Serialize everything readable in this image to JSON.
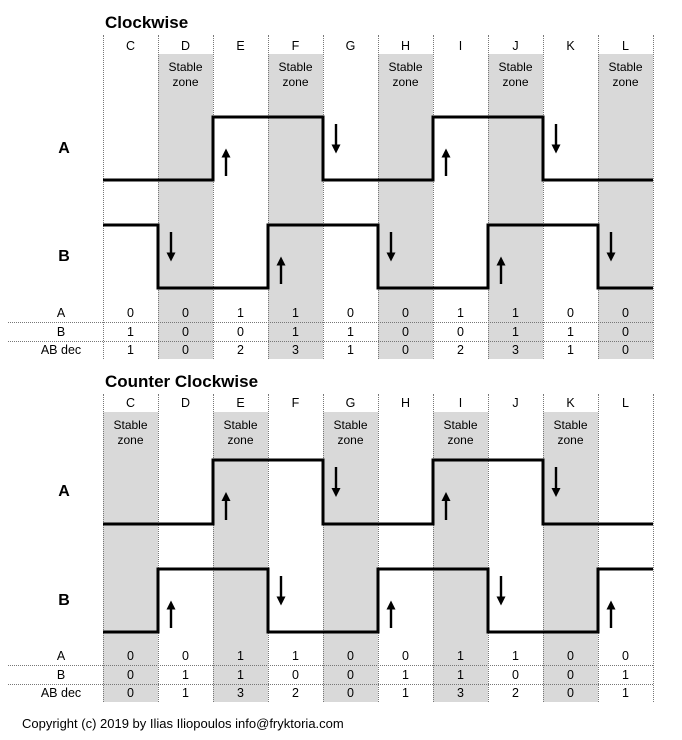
{
  "page": {
    "copyright": "Copyright (c) 2019 by Ilias Iliopoulos info@fryktoria.com",
    "background": "#ffffff"
  },
  "colors": {
    "stable_zone_fill": "#d9d9d9",
    "signal_line": "#000000",
    "dotted_line": "#777777",
    "text": "#000000"
  },
  "diagrams": [
    {
      "title": "Clockwise",
      "columns": [
        "C",
        "D",
        "E",
        "F",
        "G",
        "H",
        "I",
        "J",
        "K",
        "L"
      ],
      "stable_zone_label": "Stable zone",
      "stable_columns": [
        "D",
        "F",
        "H",
        "J",
        "L"
      ],
      "signals": [
        {
          "name": "A",
          "levels": [
            0,
            0,
            1,
            1,
            0,
            0,
            1,
            1,
            0,
            0
          ],
          "arrows": [
            {
              "column": "E",
              "direction": "up"
            },
            {
              "column": "G",
              "direction": "down"
            },
            {
              "column": "I",
              "direction": "up"
            },
            {
              "column": "K",
              "direction": "down"
            }
          ]
        },
        {
          "name": "B",
          "levels": [
            1,
            0,
            0,
            1,
            1,
            0,
            0,
            1,
            1,
            0
          ],
          "arrows": [
            {
              "column": "D",
              "direction": "down"
            },
            {
              "column": "F",
              "direction": "up"
            },
            {
              "column": "H",
              "direction": "down"
            },
            {
              "column": "J",
              "direction": "up"
            },
            {
              "column": "L",
              "direction": "down"
            }
          ]
        }
      ],
      "table": {
        "rows": [
          {
            "label": "A",
            "values": [
              "0",
              "0",
              "1",
              "1",
              "0",
              "0",
              "1",
              "1",
              "0",
              "0"
            ]
          },
          {
            "label": "B",
            "values": [
              "1",
              "0",
              "0",
              "1",
              "1",
              "0",
              "0",
              "1",
              "1",
              "0"
            ]
          },
          {
            "label": "AB dec",
            "values": [
              "1",
              "0",
              "2",
              "3",
              "1",
              "0",
              "2",
              "3",
              "1",
              "0"
            ]
          }
        ]
      }
    },
    {
      "title": "Counter Clockwise",
      "columns": [
        "C",
        "D",
        "E",
        "F",
        "G",
        "H",
        "I",
        "J",
        "K",
        "L"
      ],
      "stable_zone_label": "Stable zone",
      "stable_columns": [
        "C",
        "E",
        "G",
        "I",
        "K"
      ],
      "signals": [
        {
          "name": "A",
          "levels": [
            0,
            0,
            1,
            1,
            0,
            0,
            1,
            1,
            0,
            0
          ],
          "arrows": [
            {
              "column": "E",
              "direction": "up"
            },
            {
              "column": "G",
              "direction": "down"
            },
            {
              "column": "I",
              "direction": "up"
            },
            {
              "column": "K",
              "direction": "down"
            }
          ]
        },
        {
          "name": "B",
          "levels": [
            0,
            1,
            1,
            0,
            0,
            1,
            1,
            0,
            0,
            1
          ],
          "arrows": [
            {
              "column": "D",
              "direction": "up"
            },
            {
              "column": "F",
              "direction": "down"
            },
            {
              "column": "H",
              "direction": "up"
            },
            {
              "column": "J",
              "direction": "down"
            },
            {
              "column": "L",
              "direction": "up"
            }
          ]
        }
      ],
      "table": {
        "rows": [
          {
            "label": "A",
            "values": [
              "0",
              "0",
              "1",
              "1",
              "0",
              "0",
              "1",
              "1",
              "0",
              "0"
            ]
          },
          {
            "label": "B",
            "values": [
              "0",
              "1",
              "1",
              "0",
              "0",
              "1",
              "1",
              "0",
              "0",
              "1"
            ]
          },
          {
            "label": "AB dec",
            "values": [
              "0",
              "1",
              "3",
              "2",
              "0",
              "1",
              "3",
              "2",
              "0",
              "1"
            ]
          }
        ]
      }
    }
  ]
}
